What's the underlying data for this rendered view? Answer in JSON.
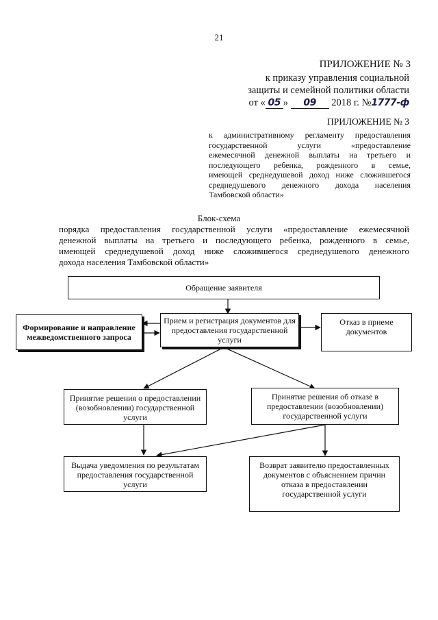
{
  "page_number": "21",
  "appendix_order": {
    "title": "ПРИЛОЖЕНИЕ № 3",
    "line1": "к приказу управления социальной",
    "line2": "защиты и семейной политики области",
    "date_prefix": "от «",
    "day": "05",
    "date_mid": "»",
    "month": "09",
    "year_text": "2018 г. №",
    "number": "1777-ф"
  },
  "appendix_reg": {
    "title": "ПРИЛОЖЕНИЕ № 3",
    "lines": [
      "к административному регламенту предоставления",
      "государственной услуги «предоставление",
      "ежемесячной денежной выплаты на третьего и",
      "последующего ребенка, рожденного в семье,",
      "имеющей среднедушевой доход ниже сложившегося",
      "среднедушевого денежного дохода населения",
      "Тамбовской области»"
    ]
  },
  "flowchart_heading": {
    "title": "Блок-схема",
    "lines": [
      "порядка предоставления государственной услуги «предоставление ежемесячной",
      "денежной выплаты на третьего и последующего ребенка, рожденного в семье,",
      "имеющей среднедушевой доход ниже сложившегося среднедушевого денежного",
      "дохода населения Тамбовской области»"
    ]
  },
  "flowchart": {
    "applicant_request": "Обращение заявителя",
    "interagency_request": "Формирование и направление межведомственного запроса",
    "reception": "Прием и регистрация документов для предоставления государственной услуги",
    "refusal_reception": "Отказ в приеме документов",
    "decision_grant": "Принятие решения о предоставлении (возобновлении) государственной услуги",
    "decision_refuse": "Принятие решения об отказе в предоставлении (возобновлении) государственной услуги",
    "notification": "Выдача уведомления по результатам предоставления государственной услуги",
    "return_docs": "Возврат заявителю предоставленных документов с объяснением причин отказа в предоставлении государственной услуги"
  }
}
